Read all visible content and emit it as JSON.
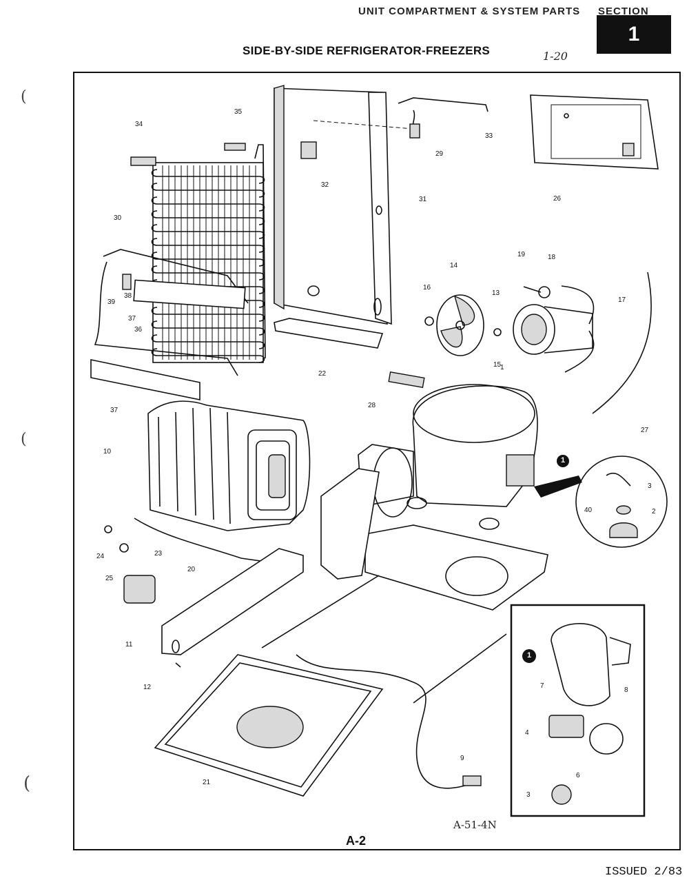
{
  "header": {
    "strip_text": "UNIT COMPARTMENT & SYSTEM PARTS",
    "strip_text_right": "SECTION",
    "section_number": "1",
    "title": "SIDE-BY-SIDE REFRIGERATOR-FREEZERS",
    "handwritten_note": "1-20"
  },
  "diagram": {
    "callouts": [
      "34",
      "35",
      "30",
      "39",
      "38",
      "37",
      "36",
      "37",
      "10",
      "24",
      "25",
      "23",
      "20",
      "11",
      "12",
      "21",
      "22",
      "32",
      "31",
      "29",
      "33",
      "26",
      "14",
      "16",
      "13",
      "19",
      "18",
      "17",
      "15",
      "28",
      "1",
      "27",
      "3",
      "40",
      "2",
      "9",
      "7",
      "8",
      "4",
      "6",
      "3"
    ],
    "inset_marker": "1",
    "reference": "A-51-4N"
  },
  "footer": {
    "page_code": "A-2",
    "issued": "ISSUED 2/83"
  }
}
